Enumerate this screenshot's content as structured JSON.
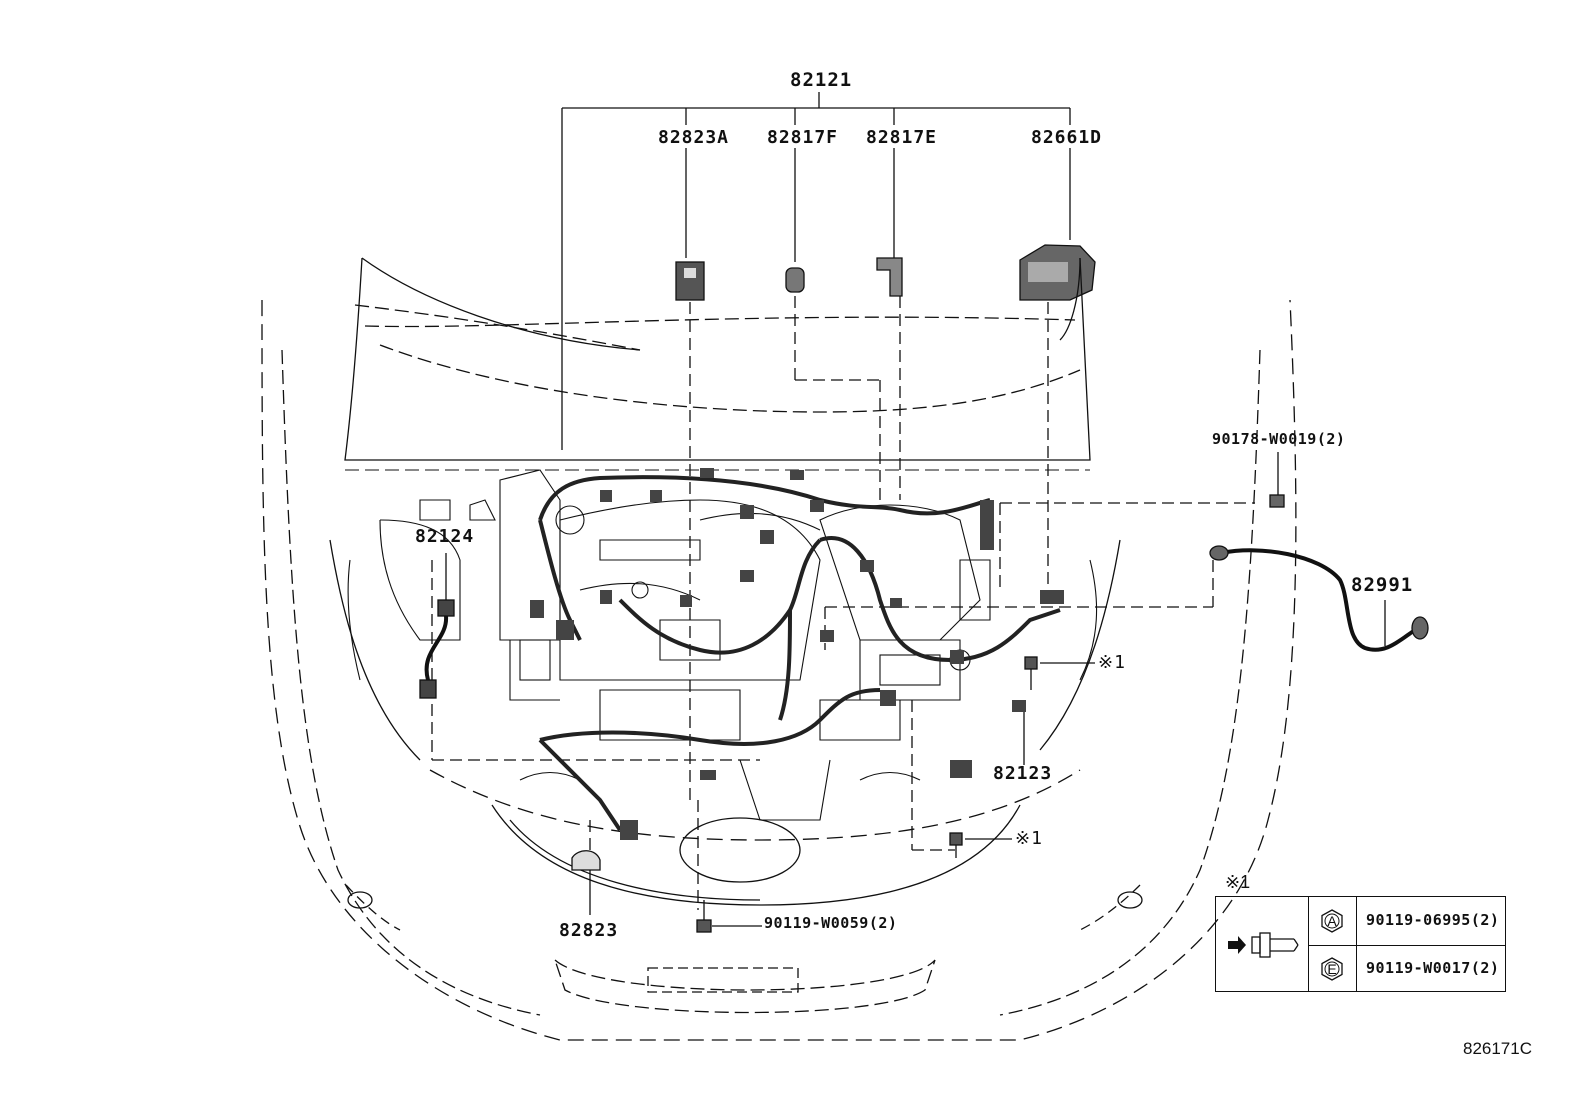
{
  "diagram_id": "826171C",
  "labels": {
    "p82121": "82121",
    "p82823A": "82823A",
    "p82817F": "82817F",
    "p82817E": "82817E",
    "p82661D": "82661D",
    "p82124": "82124",
    "p90178": "90178-W0019(2)",
    "p82991": "82991",
    "p82123": "82123",
    "p82823": "82823",
    "p90119w0059": "90119-W0059(2)",
    "ref1a": "※1",
    "ref1b": "※1"
  },
  "legend": {
    "title": "※1",
    "rows": [
      {
        "mark": "A",
        "code": "90119-06995(2)"
      },
      {
        "mark": "E",
        "code": "90119-W0017(2)"
      }
    ]
  }
}
